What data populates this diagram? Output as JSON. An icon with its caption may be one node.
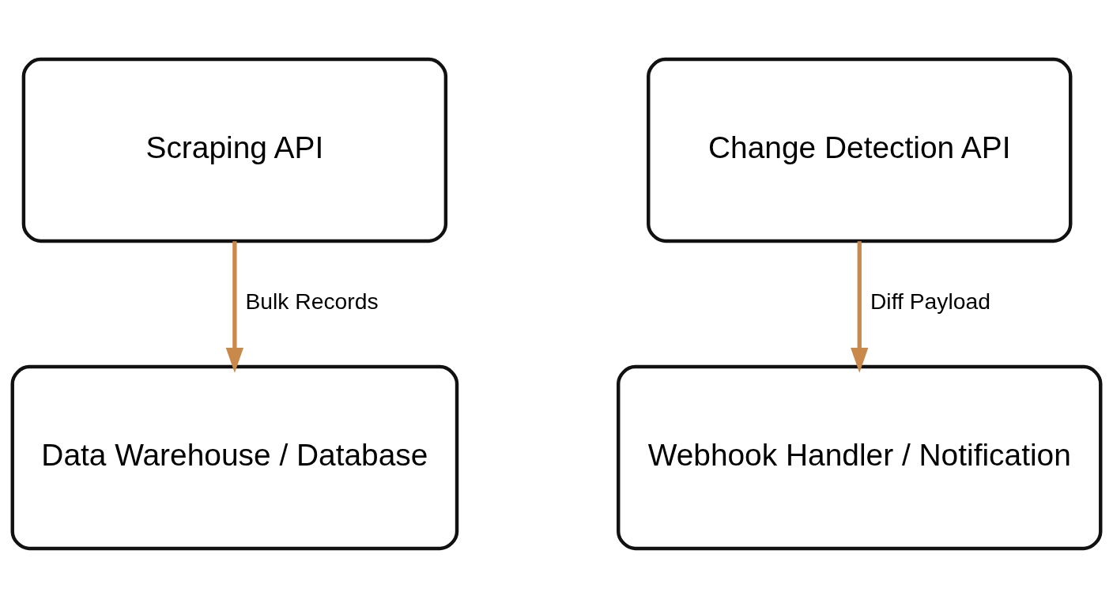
{
  "diagram": {
    "nodes": [
      {
        "text": [
          "Scraping API"
        ]
      },
      {
        "text": [
          "Data Warehouse / Database"
        ]
      },
      {
        "text": [
          "Change Detection API"
        ]
      },
      {
        "text": [
          "Webhook Handler / Notification"
        ]
      }
    ],
    "edges": [
      {
        "from": 0,
        "to": 1,
        "arrow": "to",
        "label": "Bulk Records"
      },
      {
        "from": 2,
        "to": 3,
        "arrow": "to",
        "label": "Diff Payload"
      }
    ]
  }
}
